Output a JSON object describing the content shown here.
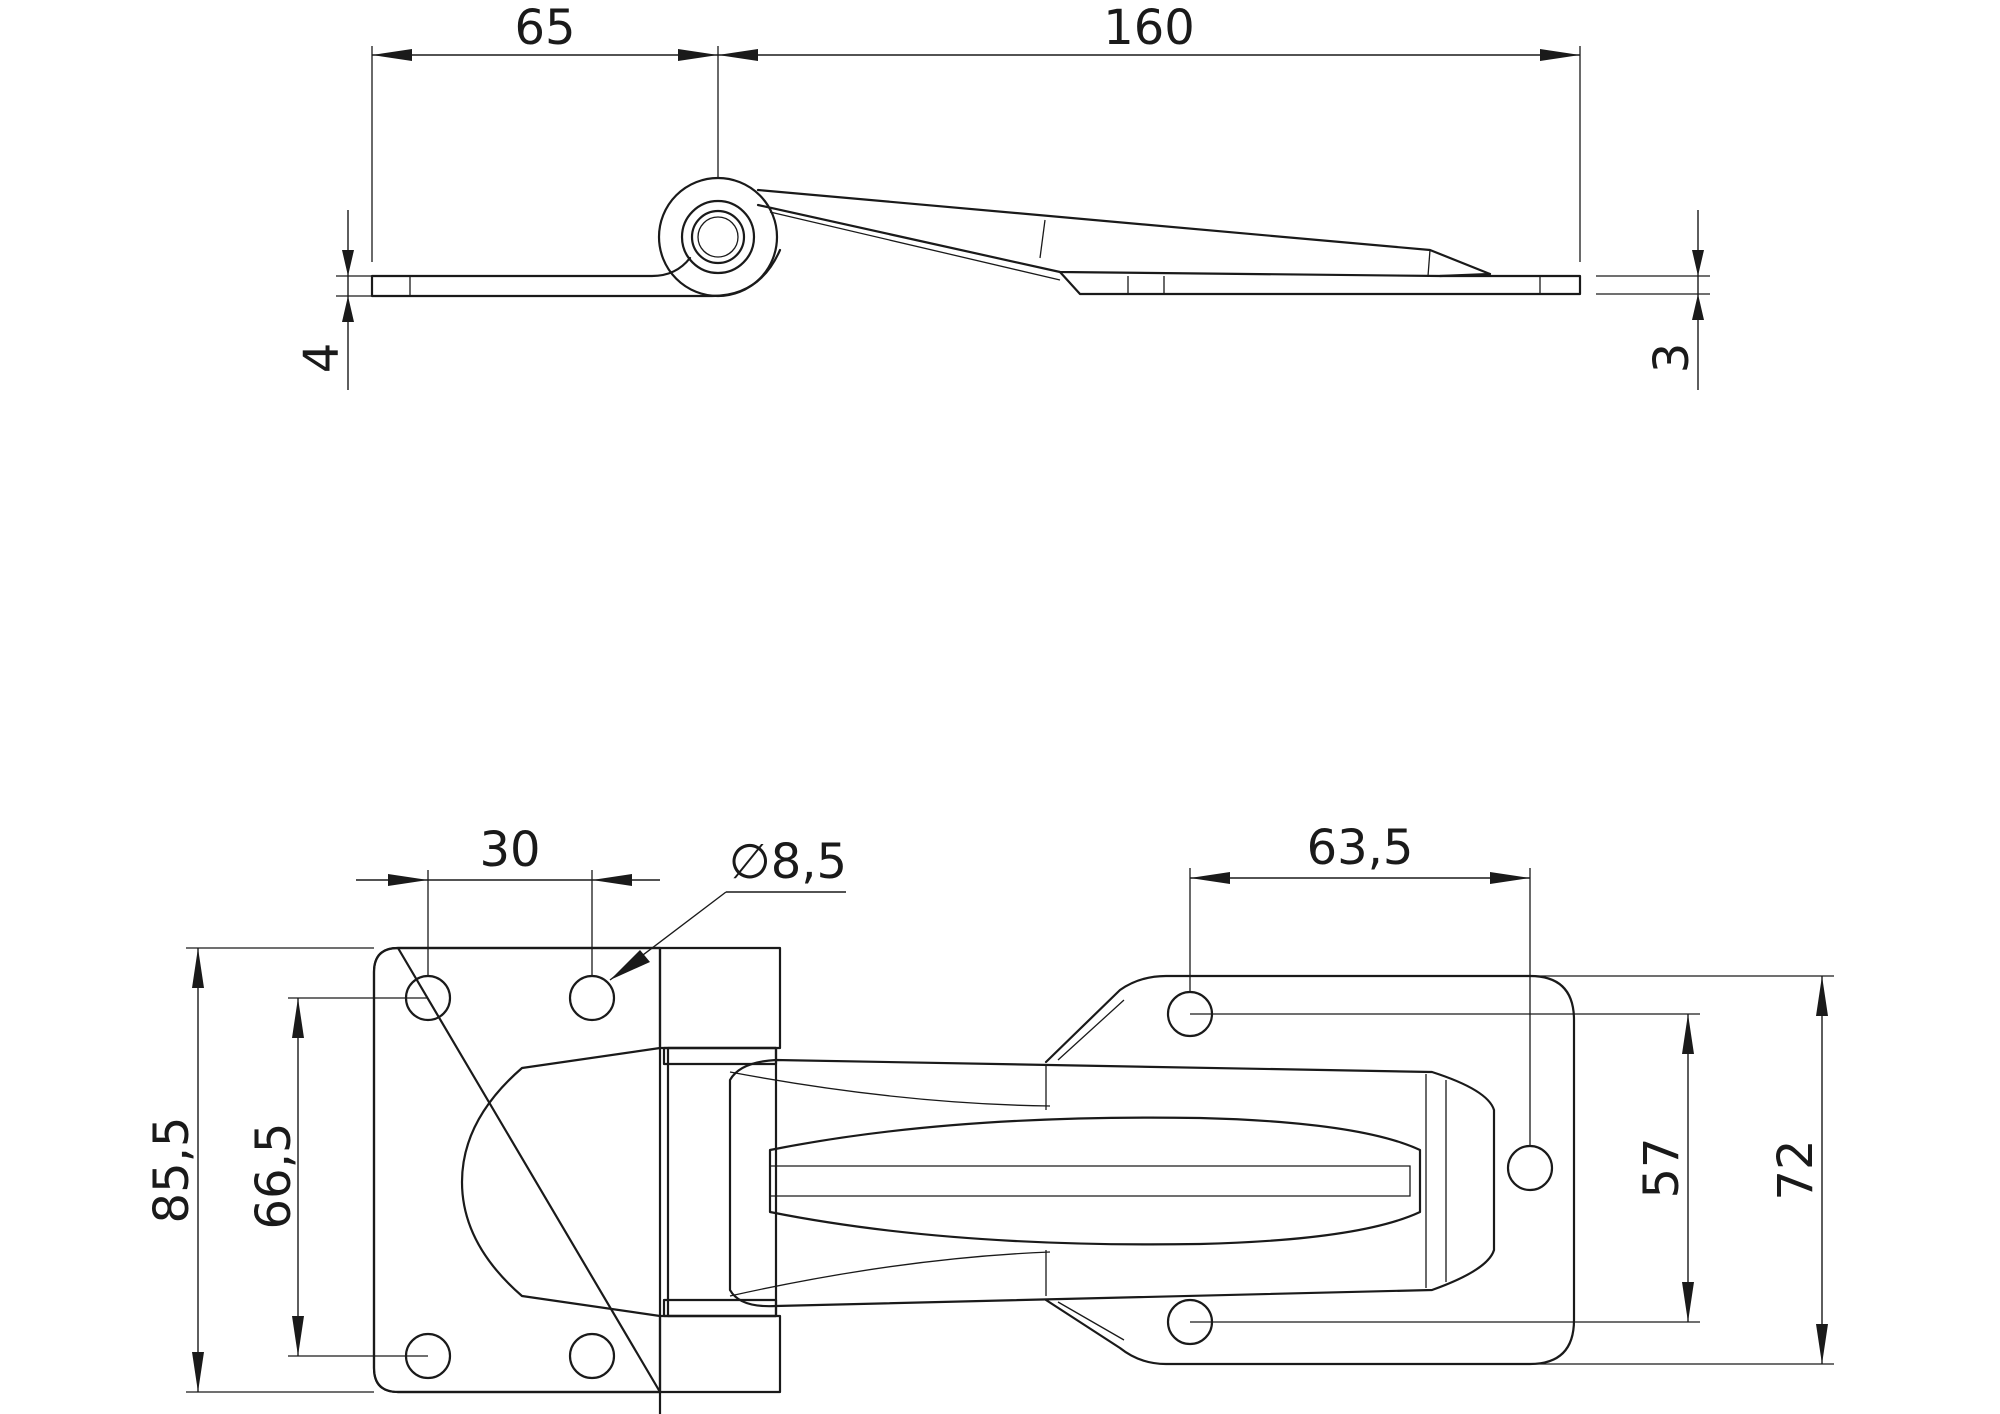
{
  "drawing": {
    "side_view": {
      "dimensions": {
        "hinge_offset": "65",
        "leaf_length": "160",
        "left_thickness": "4",
        "right_thickness": "3"
      }
    },
    "top_view": {
      "dimensions": {
        "hole_spacing_left": "30",
        "hole_diameter": "∅8,5",
        "hole_spacing_right": "63,5",
        "overall_height_left": "85,5",
        "hole_pitch_left": "66,5",
        "hole_pitch_right": "57",
        "overall_height_right": "72"
      }
    },
    "colors": {
      "line": "#1a1a1a",
      "background": "#ffffff"
    }
  }
}
